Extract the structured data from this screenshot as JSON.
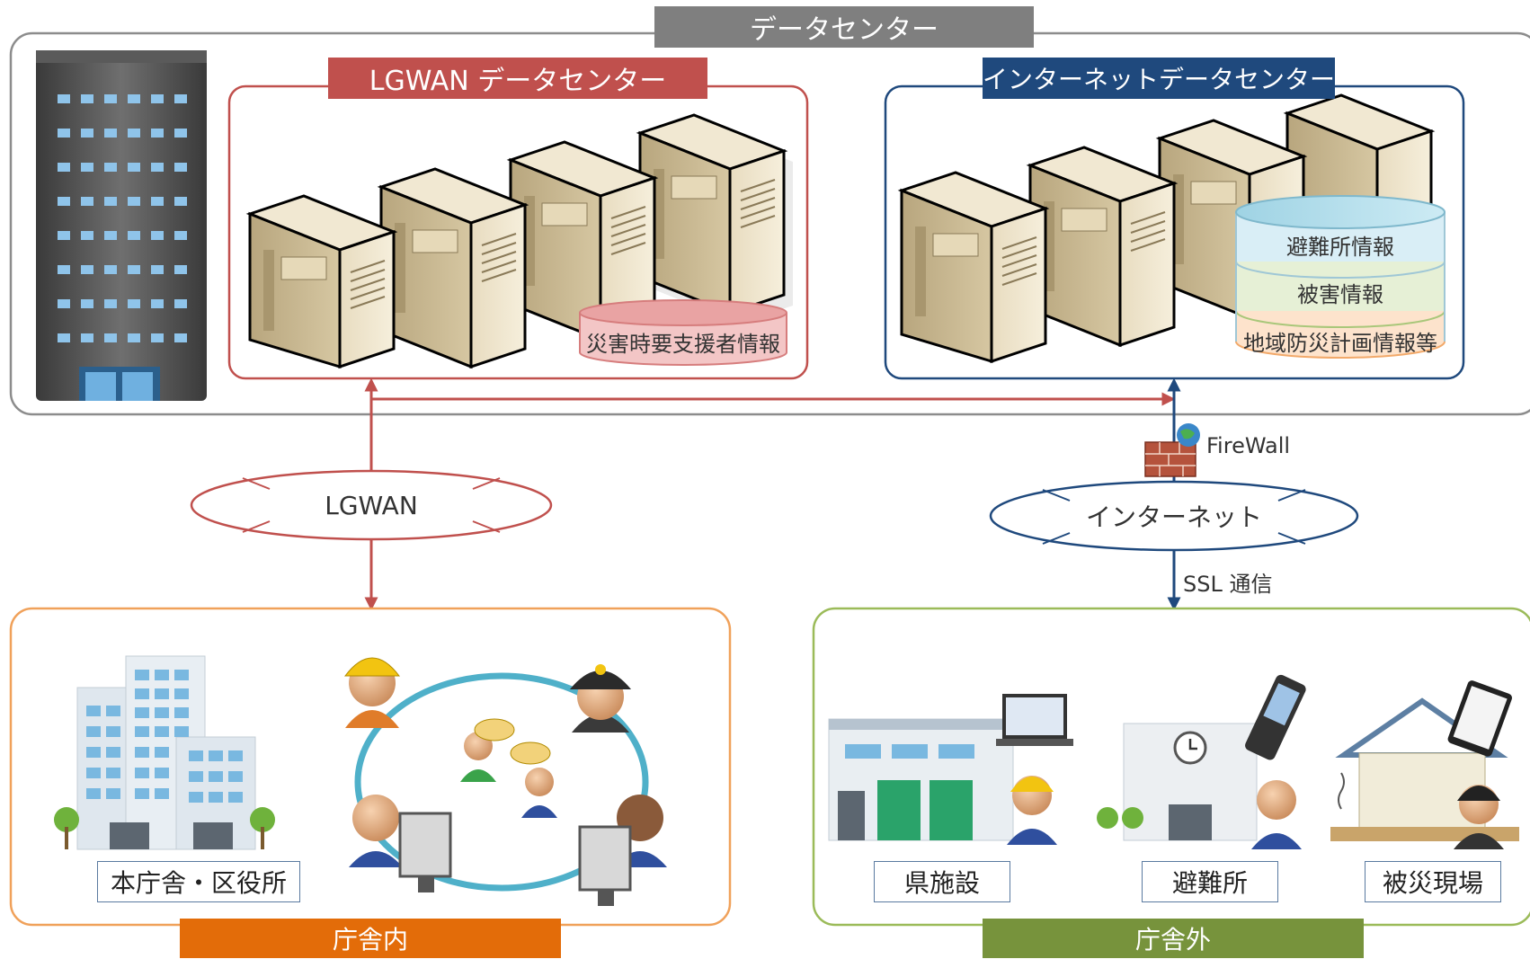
{
  "data_center": {
    "title": "データセンター",
    "lgwan_dc": {
      "title": "LGWAN データセンター",
      "database": "災害時要支援者情報"
    },
    "internet_dc": {
      "title": "インターネットデータセンター",
      "databases": [
        "避難所情報",
        "被害情報",
        "地域防災計画情報等"
      ]
    }
  },
  "networks": {
    "lgwan": "LGWAN",
    "internet": "インターネット",
    "firewall": "FireWall",
    "ssl": "SSL 通信"
  },
  "inside": {
    "title": "庁舎内",
    "building_label": "本庁舎・区役所"
  },
  "outside": {
    "title": "庁舎外",
    "sites": [
      "県施設",
      "避難所",
      "被災現場"
    ]
  },
  "colors": {
    "lgwan": "#c0504d",
    "internet": "#1f497d",
    "inside": "#e36c09",
    "outside": "#77933c",
    "data_center_tab": "#7f7f7f"
  }
}
